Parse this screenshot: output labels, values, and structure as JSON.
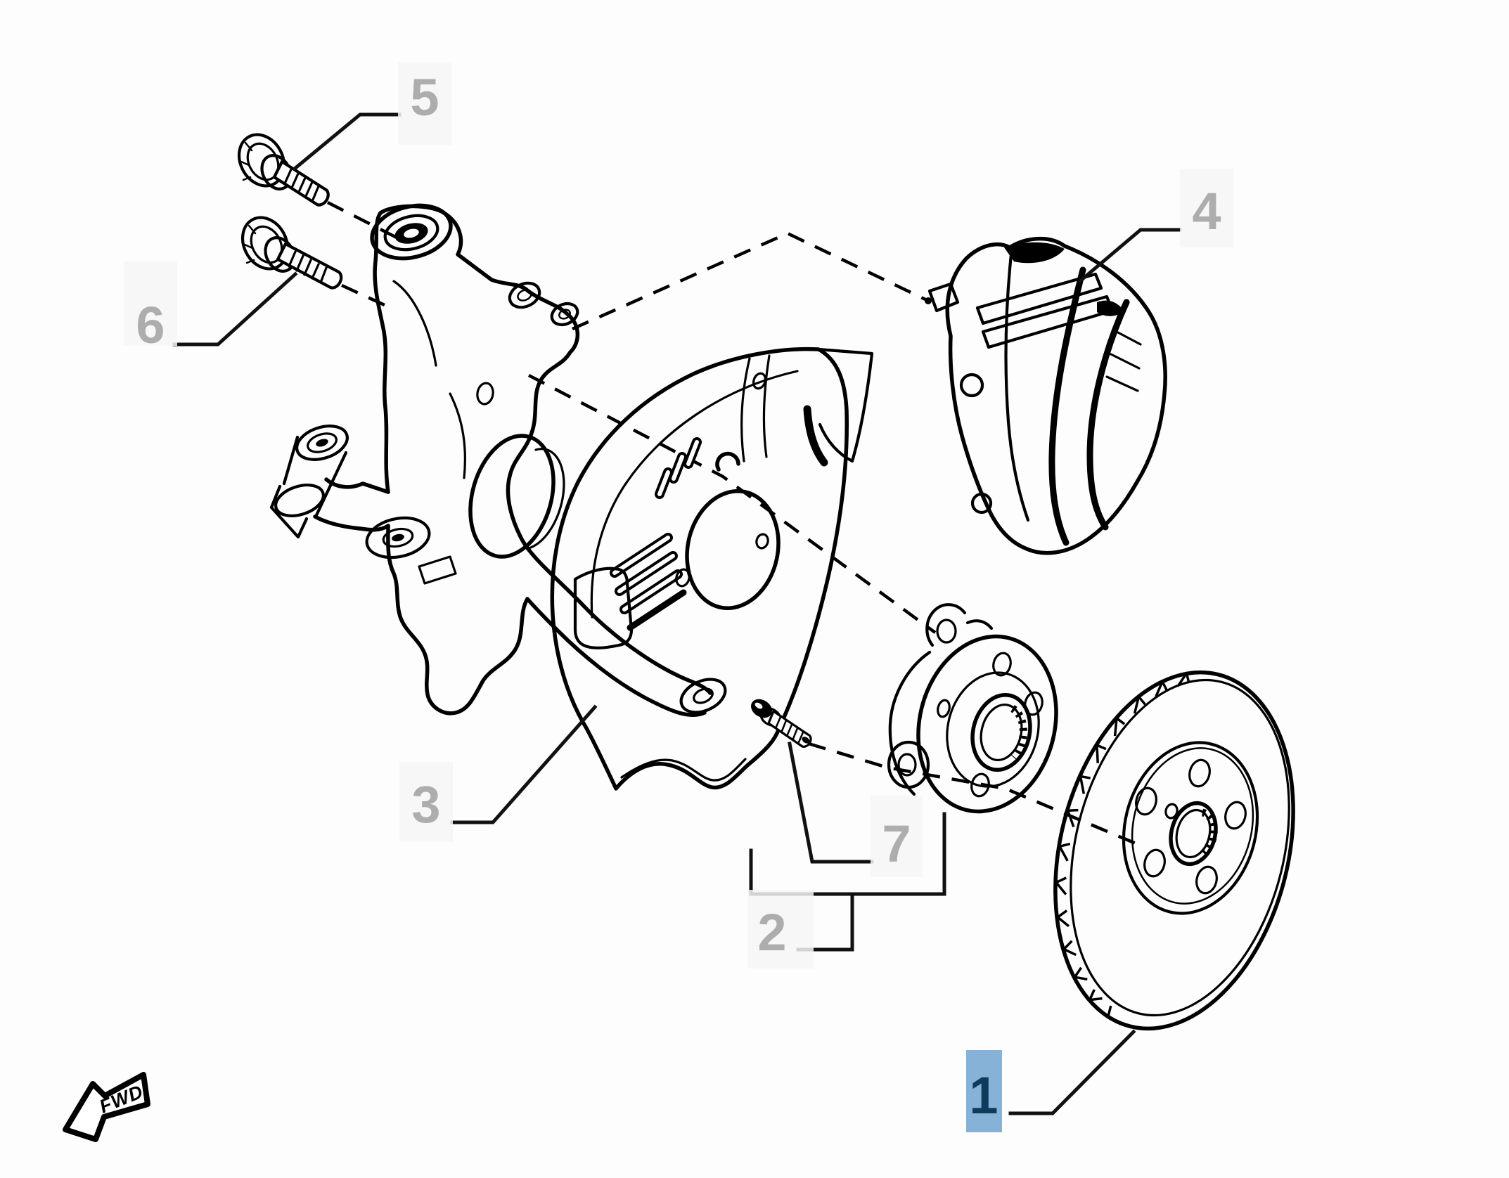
{
  "page": {
    "background": "#fdfdfd"
  },
  "diagram": {
    "title": "Front brake exploded parts diagram",
    "line_color": "#000000",
    "callout_style": {
      "number_color": "#adadad",
      "box_color": "#f6f6f6",
      "highlight_box_color": "#85b2d6",
      "highlight_number_color": "#0e3a5c"
    },
    "fwd": {
      "label": "FWD"
    },
    "callouts": [
      {
        "number": "1",
        "part": "front-brake-disc-rotor",
        "highlighted": true
      },
      {
        "number": "2",
        "part": "front-wheel-hub-bearing-assembly",
        "highlighted": false
      },
      {
        "number": "3",
        "part": "brake-disc-splash-shield",
        "highlighted": false
      },
      {
        "number": "4",
        "part": "front-brake-caliper",
        "highlighted": false
      },
      {
        "number": "5",
        "part": "knuckle-flange-bolt-upper",
        "highlighted": false
      },
      {
        "number": "6",
        "part": "knuckle-flange-bolt-lower",
        "highlighted": false
      },
      {
        "number": "7",
        "part": "hub-mounting-bolt",
        "highlighted": false
      }
    ]
  }
}
